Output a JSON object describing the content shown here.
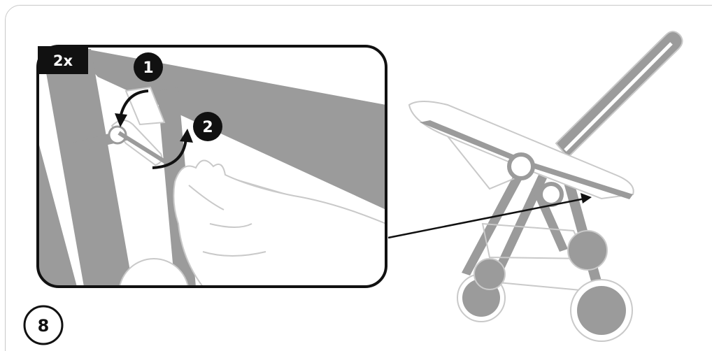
{
  "figure": {
    "number": "8",
    "repeat_label": "2x",
    "steps": [
      "1",
      "2"
    ]
  },
  "colors": {
    "frame_part": "#9b9b9b",
    "outline": "#c9c9c9",
    "ink": "#111111",
    "background": "#ffffff"
  },
  "icons": {
    "curved_arrow_ccw": "curved-arrow-icon",
    "curved_arrow_up": "curved-arrow-icon",
    "pointer": "arrow-icon"
  }
}
